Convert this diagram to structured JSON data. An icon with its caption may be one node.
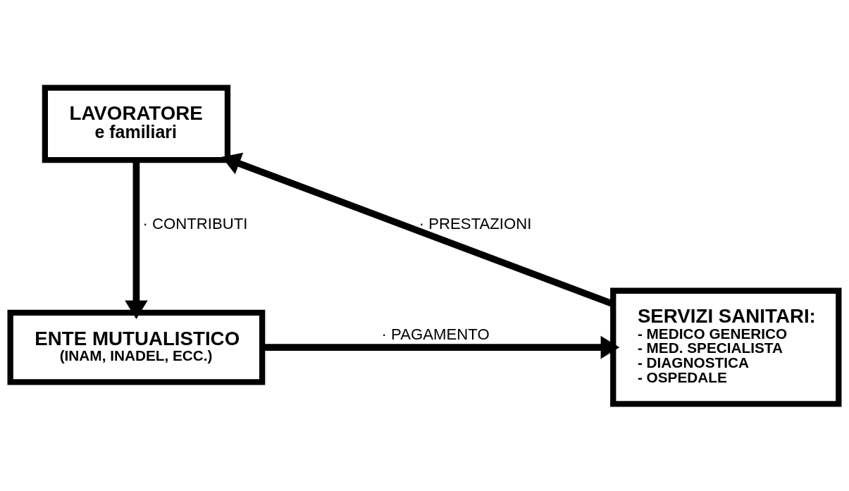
{
  "diagram": {
    "nodes": [
      {
        "text": [
          "LAVORATORE",
          "e familiari"
        ]
      },
      {
        "text": [
          "ENTE MUTUALISTICO",
          "(INAM, INADEL, ECC.)"
        ]
      },
      {
        "text": [
          "SERVIZI SANITARI:",
          "- MEDICO GENERICO",
          "- MED. SPECIALISTA",
          "- DIAGNOSTICA",
          "- OSPEDALE"
        ]
      }
    ],
    "edges": [
      {
        "from": 0,
        "to": 1,
        "arrow": "to",
        "label": "· CONTRIBUTI"
      },
      {
        "from": 1,
        "to": 2,
        "arrow": "to",
        "label": "· PAGAMENTO"
      },
      {
        "from": 2,
        "to": 0,
        "arrow": "to",
        "label": "· PRESTAZIONI"
      }
    ]
  }
}
